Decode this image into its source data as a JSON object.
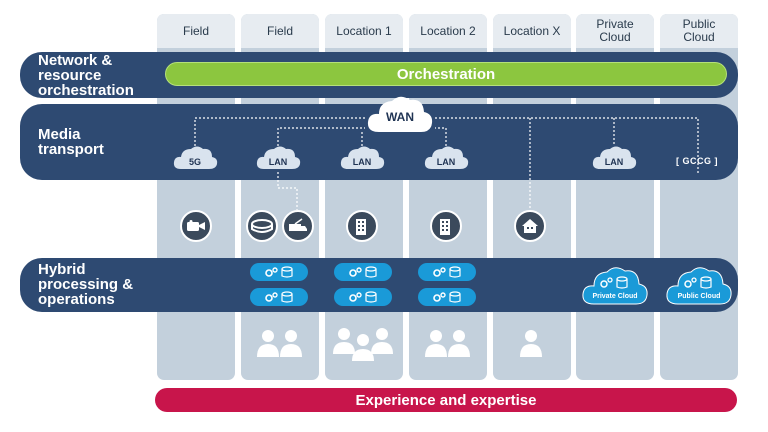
{
  "columns": [
    {
      "header": "Field"
    },
    {
      "header": "Field"
    },
    {
      "header": "Location 1"
    },
    {
      "header": "Location 2"
    },
    {
      "header": "Location X"
    },
    {
      "header": "Private\nCloud"
    },
    {
      "header": "Public\nCloud"
    }
  ],
  "bands": {
    "network": "Network &\nresource\norchestration",
    "media": "Media\ntransport",
    "hybrid": "Hybrid\nprocessing &\noperations"
  },
  "orchestration": "Orchestration",
  "wan": "WAN",
  "transport": [
    "5G",
    "LAN",
    "LAN",
    "LAN",
    "LAN",
    "[ GCCG ]"
  ],
  "cloud_labels": [
    "Private Cloud",
    "Public Cloud"
  ],
  "experience": "Experience and expertise",
  "icons": {
    "devices": [
      "camera-icon",
      "stadium-icon",
      "broadcast-truck-icon",
      "building-icon",
      "building-icon",
      "house-icon"
    ],
    "processing": "gear-database-icon",
    "people": "people-icon"
  },
  "colors": {
    "band": "#2e4a72",
    "orchestration": "#8cc63f",
    "experience": "#c8154b",
    "processing": "#1a9ad8",
    "column": "#c3d0dc"
  }
}
